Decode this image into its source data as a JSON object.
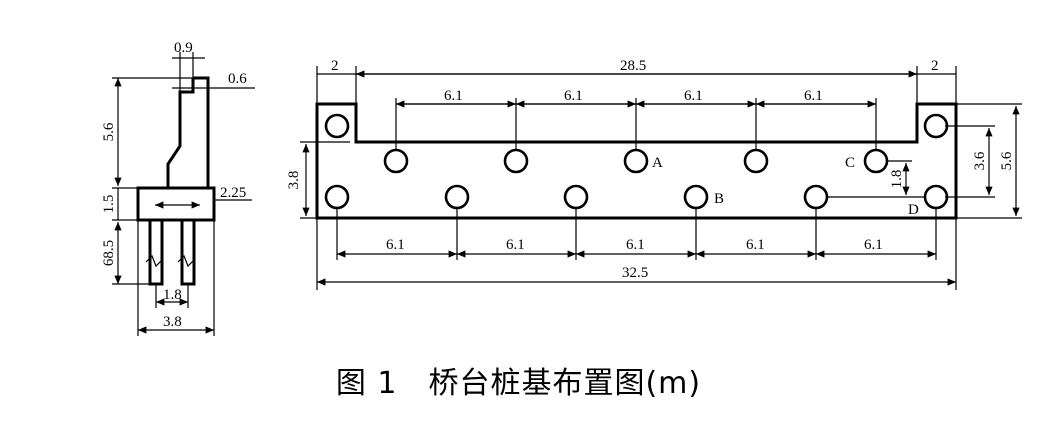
{
  "caption": "图 1　桥台桩基布置图(m)",
  "side_view": {
    "dims": {
      "top_width": "0.9",
      "top_offset": "0.6",
      "wall_height": "5.6",
      "cap_height": "1.5",
      "cap_step": "2.25",
      "pile_length": "68.5",
      "pile_spacing": "1.8",
      "cap_width": "3.8"
    }
  },
  "plan_view": {
    "dims": {
      "left_wing": "2",
      "middle": "28.5",
      "right_wing": "2",
      "top_spacing": [
        "6.1",
        "6.1",
        "6.1",
        "6.1"
      ],
      "bottom_spacing": [
        "6.1",
        "6.1",
        "6.1",
        "6.1",
        "6.1"
      ],
      "total_length": "32.5",
      "width_left": "3.8",
      "width_right_inner": "3.6",
      "width_right_outer": "5.6",
      "cd_offset": "1.8"
    },
    "pile_labels": {
      "a": "A",
      "b": "B",
      "c": "C",
      "d": "D"
    }
  }
}
